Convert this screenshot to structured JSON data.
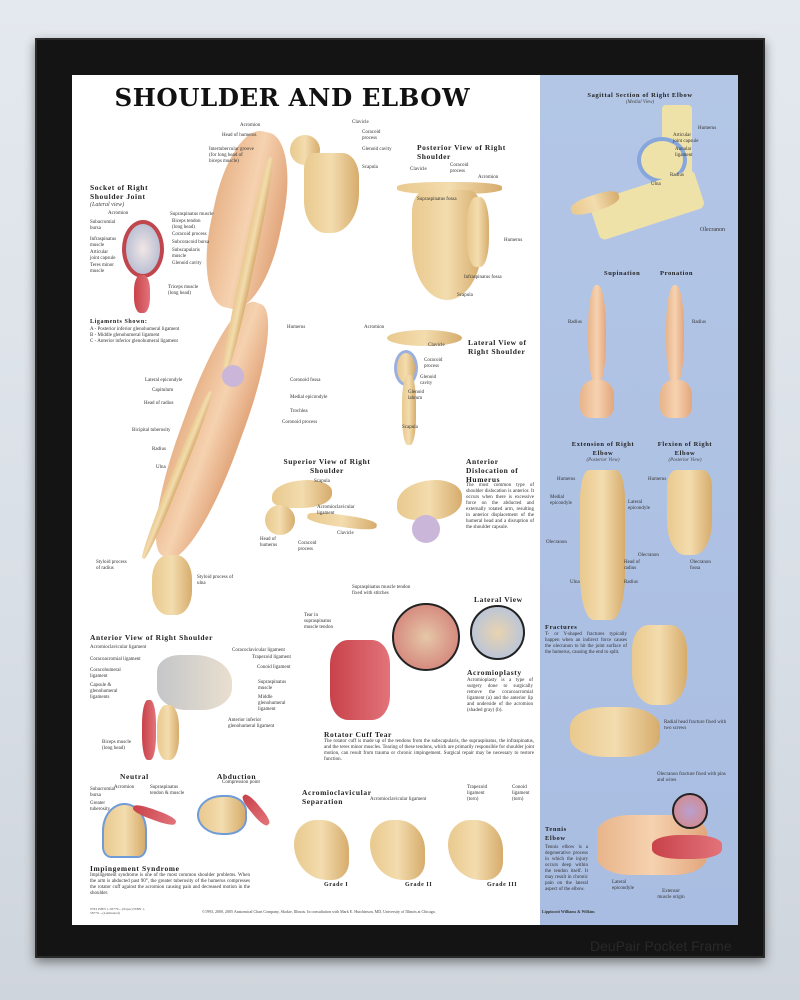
{
  "poster": {
    "title": "SHOULDER AND ELBOW",
    "main_labels": [
      "Acromion",
      "Clavicle",
      "Head of humerus",
      "Intertubercular groove (for long head of biceps muscle)",
      "Coracoid process",
      "Glenoid cavity",
      "Scapula",
      "Humerus",
      "Lateral epicondyle",
      "Capitulum",
      "Head of radius",
      "Bicipital tuberosity",
      "Radius",
      "Ulna",
      "Coronoid fossa",
      "Medial epicondyle",
      "Trochlea",
      "Coronoid process",
      "Styloid process of radius",
      "Styloid process of ulna"
    ],
    "socket": {
      "title": "Socket of Right Shoulder Joint",
      "subtitle": "(Lateral view)",
      "labels": [
        "Acromion",
        "Subacromial bursa",
        "Infraspinatus muscle",
        "Articular joint capsule",
        "Teres minor muscle",
        "Supraspinatus muscle",
        "Biceps tendon (long head)",
        "Coracoid process",
        "Subcoracoid bursa",
        "Subscapularis muscle",
        "Glenoid cavity",
        "Triceps muscle (long head)"
      ]
    },
    "ligaments": {
      "title": "Ligaments Shown:",
      "items": [
        "A - Posterior inferior glenohumeral ligament",
        "B - Middle glenohumeral ligament",
        "C - Anterior inferior glenohumeral ligament"
      ]
    },
    "posterior": {
      "title": "Posterior View of Right Shoulder",
      "labels": [
        "Clavicle",
        "Coracoid process",
        "Acromion",
        "Supraspinatus fossa",
        "Humerus",
        "Infraspinatus fossa",
        "Scapula"
      ]
    },
    "lateral": {
      "title": "Lateral View of Right Shoulder",
      "labels": [
        "Acromion",
        "Clavicle",
        "Coracoid process",
        "Glenoid cavity",
        "Glenoid labrum",
        "Scapula"
      ]
    },
    "superior": {
      "title": "Superior View of Right Shoulder",
      "labels": [
        "Scapula",
        "Acromioclavicular ligament",
        "Clavicle",
        "Head of humerus",
        "Coracoid process"
      ]
    },
    "dislocation": {
      "title": "Anterior Dislocation of Humerus",
      "text": "The most common type of shoulder dislocation is anterior. It occurs when there is excessive force on the abducted and externally rotated arm, resulting in anterior displacement of the humeral head and a disruption of the shoulder capsule."
    },
    "anterior": {
      "title": "Anterior View of Right Shoulder",
      "labels": [
        "Acromioclavicular ligament",
        "Coracoacromial ligament",
        "Coracohumeral ligament",
        "Capsule & glenohumeral ligaments",
        "Biceps muscle (long head)",
        "Coracoclavicular ligament",
        "Trapezoid ligament",
        "Conoid ligament",
        "Supraspinatus muscle",
        "Middle glenohumeral ligament",
        "Anterior inferior glenohumeral ligament"
      ]
    },
    "rotator": {
      "title": "Rotator Cuff Tear",
      "labels": [
        "Supraspinatus muscle tendon fixed with stitches",
        "Tear in supraspinatus muscle tendon"
      ],
      "text": "The rotator cuff is made up of the tendons from the subscapularis, the supraspinatus, the infraspinatus, and the teres minor muscles. Tearing of these tendons, which are primarily responsible for shoulder joint motion, can result from trauma or chronic impingement. Surgical repair may be necessary to restore function."
    },
    "lateral_view": {
      "title": "Lateral View"
    },
    "acromioplasty": {
      "title": "Acromioplasty",
      "text": "Acromioplasty is a type of surgery done to surgically remove the coracoacromial ligament (a) and the anterior lip and underside of the acromion (shaded gray) (b)."
    },
    "impingement": {
      "neutral": "Neutral",
      "abduction": "Abduction",
      "compression": "Compression point",
      "labels": [
        "Subacromial bursa",
        "Acromion",
        "Supraspinatus tendon & muscle",
        "Greater tuberosity"
      ],
      "title": "Impingement Syndrome",
      "text": "Impingement syndrome is one of the most common shoulder problems. When the arm is abducted past 90°, the greater tuberosity of the humerus compresses the rotator cuff against the acromion causing pain and decreased motion in the shoulder."
    },
    "ac_sep": {
      "title": "Acromioclavicular Separation",
      "labels": [
        "Acromioclavicular ligament",
        "Trapezoid ligament (torn)",
        "Conoid ligament (torn)"
      ],
      "grades": [
        "Grade I",
        "Grade II",
        "Grade III"
      ]
    },
    "footer": {
      "code": "9784  ISBN 1-58779-...(Paper)  ISBN 1-58779-...(Laminated)",
      "copyright": "©1993, 2000, 2005 Anatomical Chart Company, Skokie, Illinois. In consultation with Mark E. Hutchinson, MD, University of Illinois at Chicago.",
      "publisher": "Lippincott Williams & Wilkins"
    },
    "panel": {
      "sagittal": {
        "title": "Sagittal Section of Right Elbow",
        "subtitle": "(Medial View)",
        "labels": [
          "Humerus",
          "Articular joint capsule",
          "Annular ligament",
          "Radius",
          "Ulna",
          "Olecranon"
        ]
      },
      "supination": "Supination",
      "pronation": "Pronation",
      "radius": "Radius",
      "extension": {
        "title": "Extension of Right Elbow",
        "subtitle": "(Posterior View)",
        "labels": [
          "Humerus",
          "Medial epicondyle",
          "Lateral epicondyle",
          "Olecranon",
          "Head of radius",
          "Ulna",
          "Radius"
        ]
      },
      "flexion": {
        "title": "Flexion of Right Elbow",
        "subtitle": "(Posterior View)",
        "labels": [
          "Humerus",
          "Olecranon",
          "Olecranon fossa"
        ]
      },
      "fractures": {
        "title": "Fractures",
        "text": "T- or Y-shaped fractures typically happen when an indirect force causes the olecranon to hit the joint surface of the humerus, causing the end to split.",
        "labels": [
          "Radial head fracture fixed with two screws",
          "Olecranon fracture fixed with pins and wires"
        ]
      },
      "tennis": {
        "title": "Tennis Elbow",
        "text": "Tennis elbow is a degenerative process in which the injury occurs deep within the tendon itself. It may result in chronic pain on the lateral aspect of the elbow.",
        "labels": [
          "Lateral epicondyle",
          "Extensor muscle origin"
        ]
      }
    }
  },
  "watermark": "DeuPair Pocket Frame"
}
